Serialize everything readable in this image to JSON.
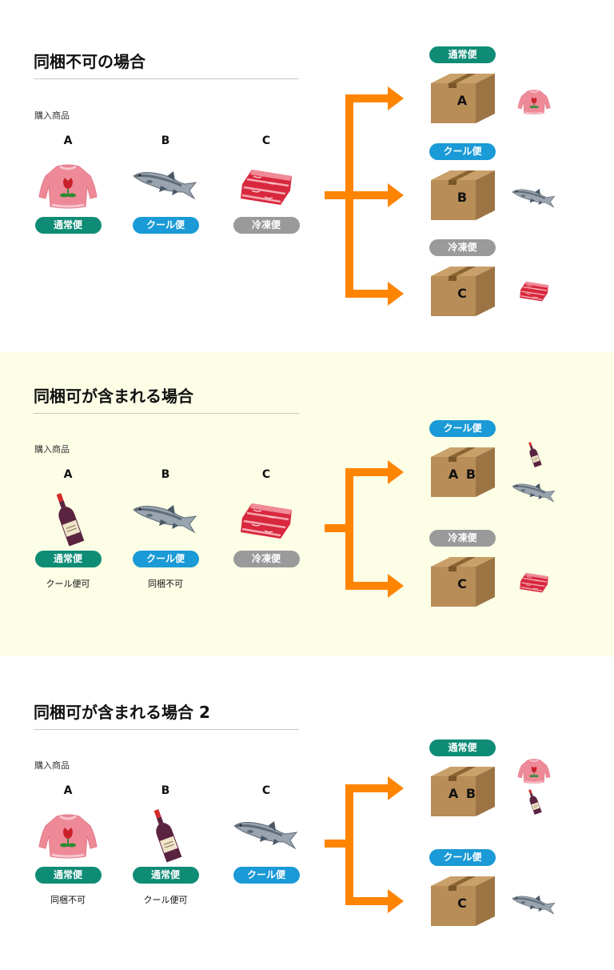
{
  "colors": {
    "standard": "#0f8c76",
    "cool": "#1a9ad6",
    "frozen": "#9a9a9a",
    "arrow": "#ff8400",
    "highlight_bg": "#fdfee6"
  },
  "shipping_types": {
    "standard": "通常便",
    "cool": "クール便",
    "frozen": "冷凍便"
  },
  "sections": [
    {
      "title": "同梱不可の場合",
      "purchase_label": "購入商品",
      "items": [
        {
          "letter": "A",
          "product": "sweater",
          "shipping": "通常便",
          "note": ""
        },
        {
          "letter": "B",
          "product": "salmon",
          "shipping": "クール便",
          "note": ""
        },
        {
          "letter": "C",
          "product": "meat",
          "shipping": "冷凍便",
          "note": ""
        }
      ],
      "boxes": [
        {
          "shipping": "通常便",
          "label": "A",
          "contents": [
            "sweater"
          ]
        },
        {
          "shipping": "クール便",
          "label": "B",
          "contents": [
            "salmon"
          ]
        },
        {
          "shipping": "冷凍便",
          "label": "C",
          "contents": [
            "meat"
          ]
        }
      ]
    },
    {
      "title": "同梱可が含まれる場合",
      "purchase_label": "購入商品",
      "items": [
        {
          "letter": "A",
          "product": "wine",
          "shipping": "通常便",
          "note": "クール便可"
        },
        {
          "letter": "B",
          "product": "salmon",
          "shipping": "クール便",
          "note": "同梱不可"
        },
        {
          "letter": "C",
          "product": "meat",
          "shipping": "冷凍便",
          "note": ""
        }
      ],
      "boxes": [
        {
          "shipping": "クール便",
          "label": "A B",
          "contents": [
            "wine",
            "salmon"
          ]
        },
        {
          "shipping": "冷凍便",
          "label": "C",
          "contents": [
            "meat"
          ]
        }
      ]
    },
    {
      "title": "同梱可が含まれる場合 2",
      "purchase_label": "購入商品",
      "items": [
        {
          "letter": "A",
          "product": "sweater",
          "shipping": "通常便",
          "note": "同梱不可"
        },
        {
          "letter": "B",
          "product": "wine",
          "shipping": "通常便",
          "note": "クール便可"
        },
        {
          "letter": "C",
          "product": "salmon",
          "shipping": "クール便",
          "note": ""
        }
      ],
      "boxes": [
        {
          "shipping": "通常便",
          "label": "A B",
          "contents": [
            "sweater",
            "wine"
          ]
        },
        {
          "shipping": "クール便",
          "label": "C",
          "contents": [
            "salmon"
          ]
        }
      ]
    }
  ]
}
